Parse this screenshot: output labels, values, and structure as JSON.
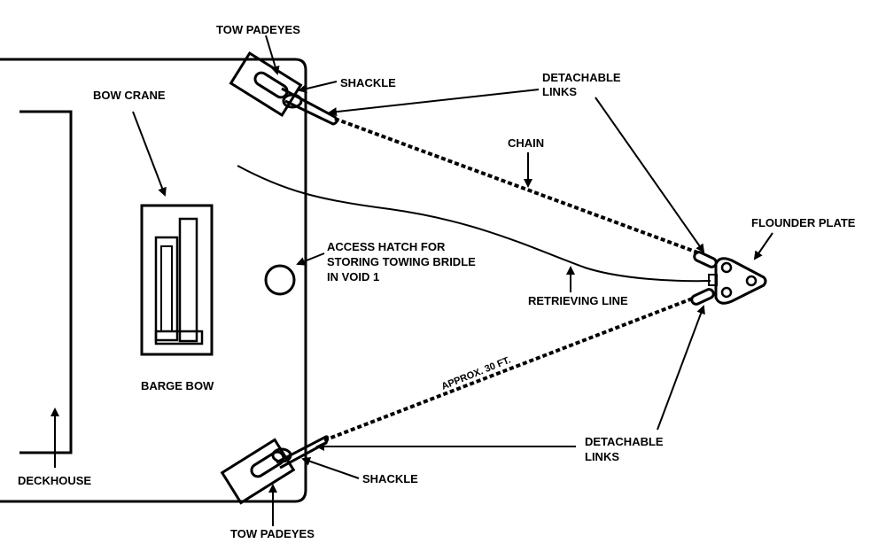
{
  "labels": {
    "tow_padeyes_top": "TOW PADEYES",
    "tow_padeyes_bottom": "TOW PADEYES",
    "bow_crane": "BOW CRANE",
    "shackle_top": "SHACKLE",
    "shackle_bottom": "SHACKLE",
    "detachable_links_top_1": "DETACHABLE",
    "detachable_links_top_2": "LINKS",
    "detachable_links_bottom_1": "DETACHABLE",
    "detachable_links_bottom_2": "LINKS",
    "chain": "CHAIN",
    "flounder_plate": "FLOUNDER PLATE",
    "access_hatch_1": "ACCESS HATCH FOR",
    "access_hatch_2": "STORING TOWING BRIDLE",
    "access_hatch_3": "IN VOID 1",
    "retrieving_line": "RETRIEVING LINE",
    "barge_bow": "BARGE BOW",
    "deckhouse": "DECKHOUSE",
    "approx_length": "APPROX. 30 FT."
  },
  "colors": {
    "stroke": "#000000",
    "background": "#ffffff"
  }
}
